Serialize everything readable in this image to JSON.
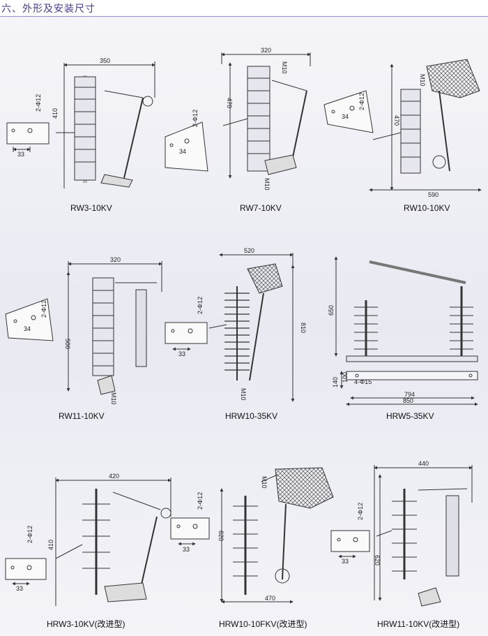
{
  "section_title": "六、外形及安装尺寸",
  "models": [
    {
      "caption": "RW3-10KV",
      "dims": [
        "350",
        "410",
        "33",
        "2-Φ12"
      ]
    },
    {
      "caption": "RW7-10KV",
      "dims": [
        "320",
        "470",
        "M10",
        "M10",
        "34",
        "2-Φ12"
      ]
    },
    {
      "caption": "RW10-10KV",
      "dims": [
        "M10",
        "470",
        "590",
        "34",
        "2-Φ12"
      ]
    },
    {
      "caption": "RW11-10KV",
      "dims": [
        "320",
        "500",
        "M10",
        "34",
        "2-Φ12"
      ]
    },
    {
      "caption": "HRW10-35KV",
      "dims": [
        "520",
        "810",
        "M10",
        "33",
        "2-Φ12"
      ]
    },
    {
      "caption": "HRW5-35KV",
      "dims": [
        "650",
        "140",
        "100",
        "4-Φ15",
        "794",
        "850"
      ]
    },
    {
      "caption": "HRW3-10KV(改进型)",
      "dims": [
        "420",
        "410",
        "33",
        "2-Φ12"
      ]
    },
    {
      "caption": "HRW10-10FKV(改进型)",
      "dims": [
        "M10",
        "620",
        "470",
        "33",
        "2-Φ12"
      ]
    },
    {
      "caption": "HRW11-10KV(改进型)",
      "dims": [
        "440",
        "620",
        "33",
        "2-Φ12"
      ]
    }
  ]
}
